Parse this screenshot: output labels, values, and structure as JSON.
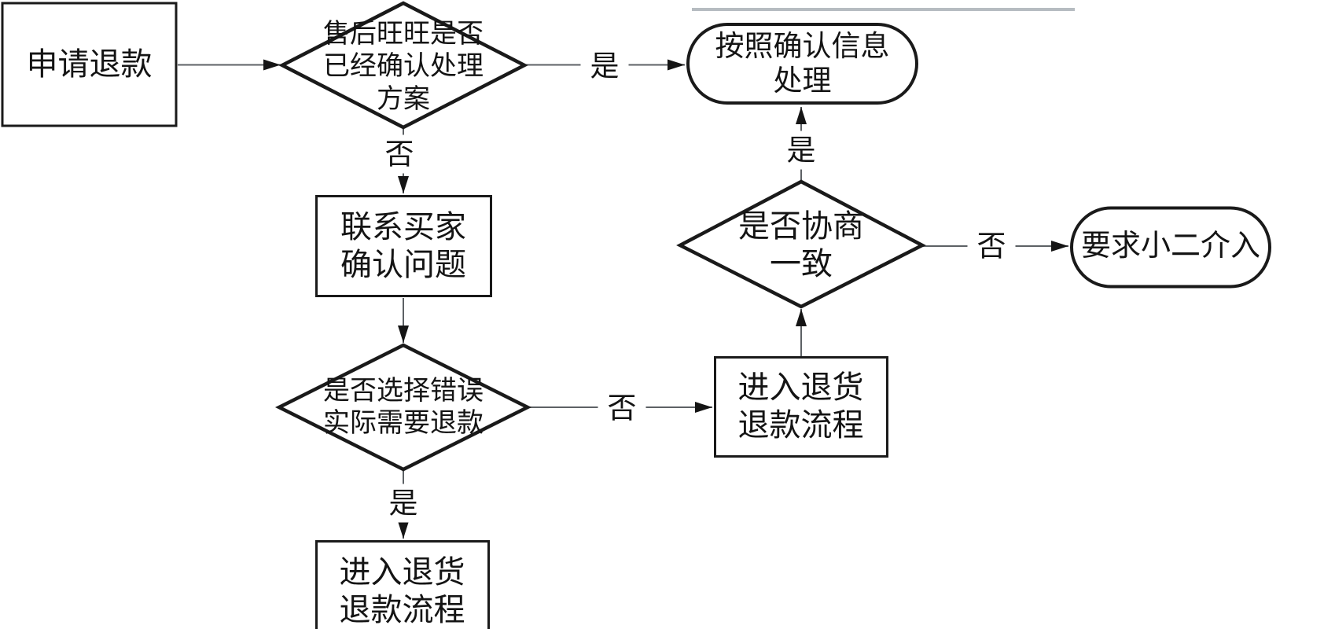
{
  "diagram": {
    "colors": {
      "background": "#ffffff",
      "node_border": "#1a1a1a",
      "connector": "#5d6165",
      "arrowhead": "#151515",
      "text": "#141414",
      "artifact_line": "#aab1b7"
    },
    "nodes": {
      "apply_refund": {
        "label": "申请退款",
        "shape": "rectangle"
      },
      "decision_aftersales": {
        "label": "售后旺旺是否\n已经确认处理\n方案",
        "shape": "diamond"
      },
      "process_confirmed_info": {
        "label": "按照确认信息\n处理",
        "shape": "rounded"
      },
      "contact_buyer": {
        "label": "联系买家\n确认问题",
        "shape": "rectangle"
      },
      "decision_wrong_selection": {
        "label": "是否选择错误\n实际需要退款",
        "shape": "diamond"
      },
      "return_refund_right": {
        "label": "进入退货\n退款流程",
        "shape": "rectangle"
      },
      "decision_agreement": {
        "label": "是否协商\n一致",
        "shape": "diamond"
      },
      "request_xiaoer": {
        "label": "要求小二介入",
        "shape": "rounded"
      },
      "return_refund_bottom": {
        "label": "进入退货\n退款流程",
        "shape": "rectangle"
      }
    },
    "edge_labels": {
      "decision1_yes": "是",
      "decision1_no": "否",
      "decision2_no": "否",
      "decision2_yes": "是",
      "decision3_yes": "是",
      "decision3_no": "否"
    }
  }
}
